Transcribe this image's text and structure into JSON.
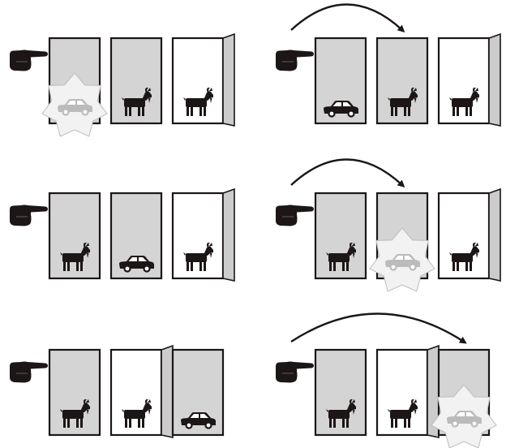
{
  "colors": {
    "ink": "#1c1616",
    "door_closed_fill": "#d4d4d4",
    "door_open_fill": "#ffffff",
    "door_panel_fill": "#cccccc",
    "burst_fill": "#f2f2f2",
    "burst_stroke": "#bdbdbd",
    "faded_car": "#bbbbbb",
    "background": "#ffffff"
  },
  "scenarios": [
    {
      "name": "car-behind-door-1",
      "first_pick": {
        "doors": [
          {
            "state": "closed",
            "content": "car-revealed"
          },
          {
            "state": "closed",
            "content": "goat"
          },
          {
            "state": "open",
            "content": "goat"
          }
        ]
      },
      "after_switch": {
        "arrow": {
          "from_door": 1,
          "to_door": 2
        },
        "doors": [
          {
            "state": "closed",
            "content": "car"
          },
          {
            "state": "closed",
            "content": "goat"
          },
          {
            "state": "open",
            "content": "goat"
          }
        ]
      }
    },
    {
      "name": "car-behind-door-2",
      "first_pick": {
        "doors": [
          {
            "state": "closed",
            "content": "goat"
          },
          {
            "state": "closed",
            "content": "car"
          },
          {
            "state": "open",
            "content": "goat"
          }
        ]
      },
      "after_switch": {
        "arrow": {
          "from_door": 1,
          "to_door": 2
        },
        "doors": [
          {
            "state": "closed",
            "content": "goat"
          },
          {
            "state": "closed",
            "content": "car-revealed"
          },
          {
            "state": "open",
            "content": "goat"
          }
        ]
      }
    },
    {
      "name": "car-behind-door-3",
      "first_pick": {
        "doors": [
          {
            "state": "closed",
            "content": "goat"
          },
          {
            "state": "open",
            "content": "goat"
          },
          {
            "state": "closed",
            "content": "car"
          }
        ]
      },
      "after_switch": {
        "arrow": {
          "from_door": 1,
          "to_door": 3
        },
        "doors": [
          {
            "state": "closed",
            "content": "goat"
          },
          {
            "state": "open",
            "content": "goat"
          },
          {
            "state": "closed",
            "content": "car-revealed"
          }
        ]
      }
    }
  ]
}
